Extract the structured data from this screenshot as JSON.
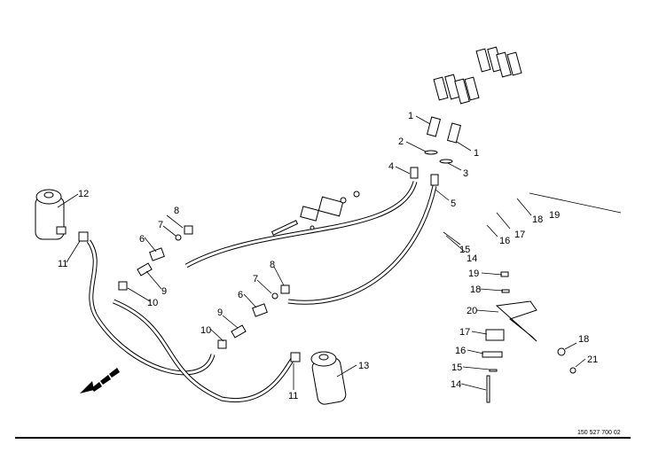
{
  "diagram": {
    "type": "exploded parts diagram",
    "part_number": "150 527 700 02",
    "labels": [
      "1",
      "1",
      "2",
      "3",
      "4",
      "5",
      "6",
      "7",
      "8",
      "9",
      "10",
      "11",
      "12",
      "6",
      "7",
      "8",
      "9",
      "10",
      "11",
      "13",
      "14",
      "15",
      "16",
      "17",
      "18",
      "19",
      "19",
      "18",
      "20",
      "17",
      "16",
      "15",
      "14",
      "18",
      "21"
    ],
    "colors": {
      "line": "#000000",
      "background": "#ffffff",
      "hose": "#ffffff"
    }
  }
}
